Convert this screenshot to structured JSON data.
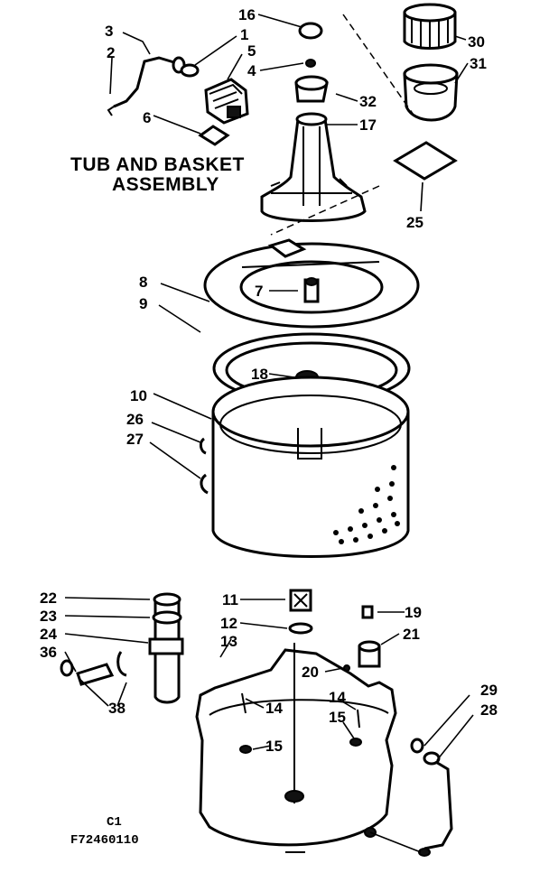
{
  "title_line1": "TUB AND BASKET",
  "title_line2": "ASSEMBLY",
  "footer_code1": "C1",
  "footer_code2": "F72460110",
  "labels": {
    "l1": "1",
    "l2": "2",
    "l3": "3",
    "l4": "4",
    "l5": "5",
    "l6": "6",
    "l7": "7",
    "l8": "8",
    "l9": "9",
    "l10": "10",
    "l11": "11",
    "l12": "12",
    "l13": "13",
    "l14a": "14",
    "l14b": "14",
    "l15a": "15",
    "l15b": "15",
    "l16": "16",
    "l17": "17",
    "l18": "18",
    "l19": "19",
    "l20": "20",
    "l21": "21",
    "l22": "22",
    "l23": "23",
    "l24": "24",
    "l25": "25",
    "l26": "26",
    "l27": "27",
    "l28": "28",
    "l29": "29",
    "l30": "30",
    "l31": "31",
    "l32": "32",
    "l36": "36",
    "l38": "38"
  }
}
